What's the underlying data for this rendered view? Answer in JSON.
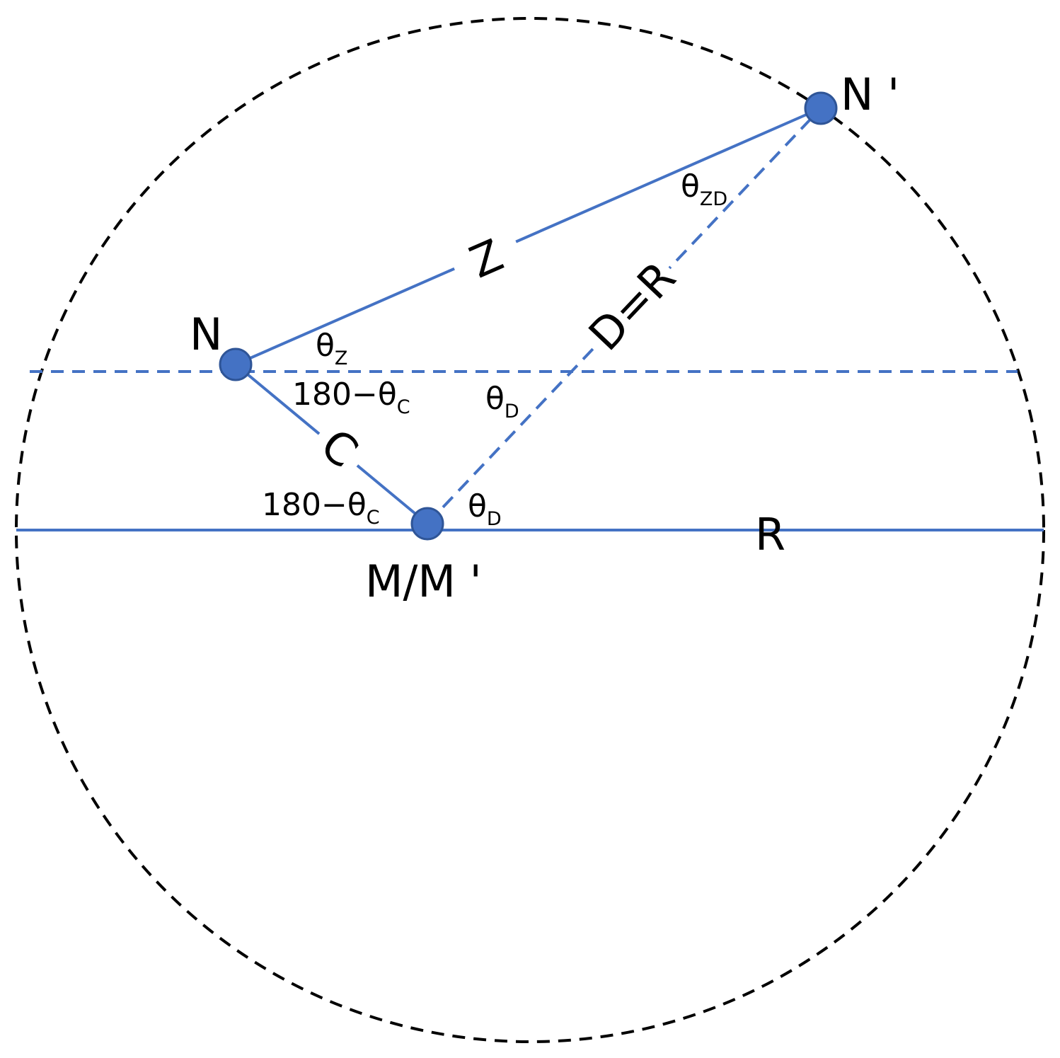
{
  "colors": {
    "circle": "#000000",
    "line": "#4472C4",
    "point_fill": "#4472C4",
    "point_stroke": "#2F5597",
    "background": "#ffffff"
  },
  "points": {
    "n": "N",
    "n_prime": "N '",
    "m": "M/M '"
  },
  "segments": {
    "z": "Z",
    "c": "C",
    "d": "D=R",
    "r": "R"
  },
  "angles": {
    "theta_z": {
      "symbol": "θ",
      "sub": "Z"
    },
    "theta_zd": {
      "symbol": "θ",
      "sub": "ZD"
    },
    "theta_d_upper": {
      "symbol": "θ",
      "sub": "D"
    },
    "theta_d_lower": {
      "symbol": "θ",
      "sub": "D"
    },
    "theta_c_upper": {
      "prefix": "180−θ",
      "sub": "C"
    },
    "theta_c_lower": {
      "prefix": "180−θ",
      "sub": "C"
    }
  }
}
